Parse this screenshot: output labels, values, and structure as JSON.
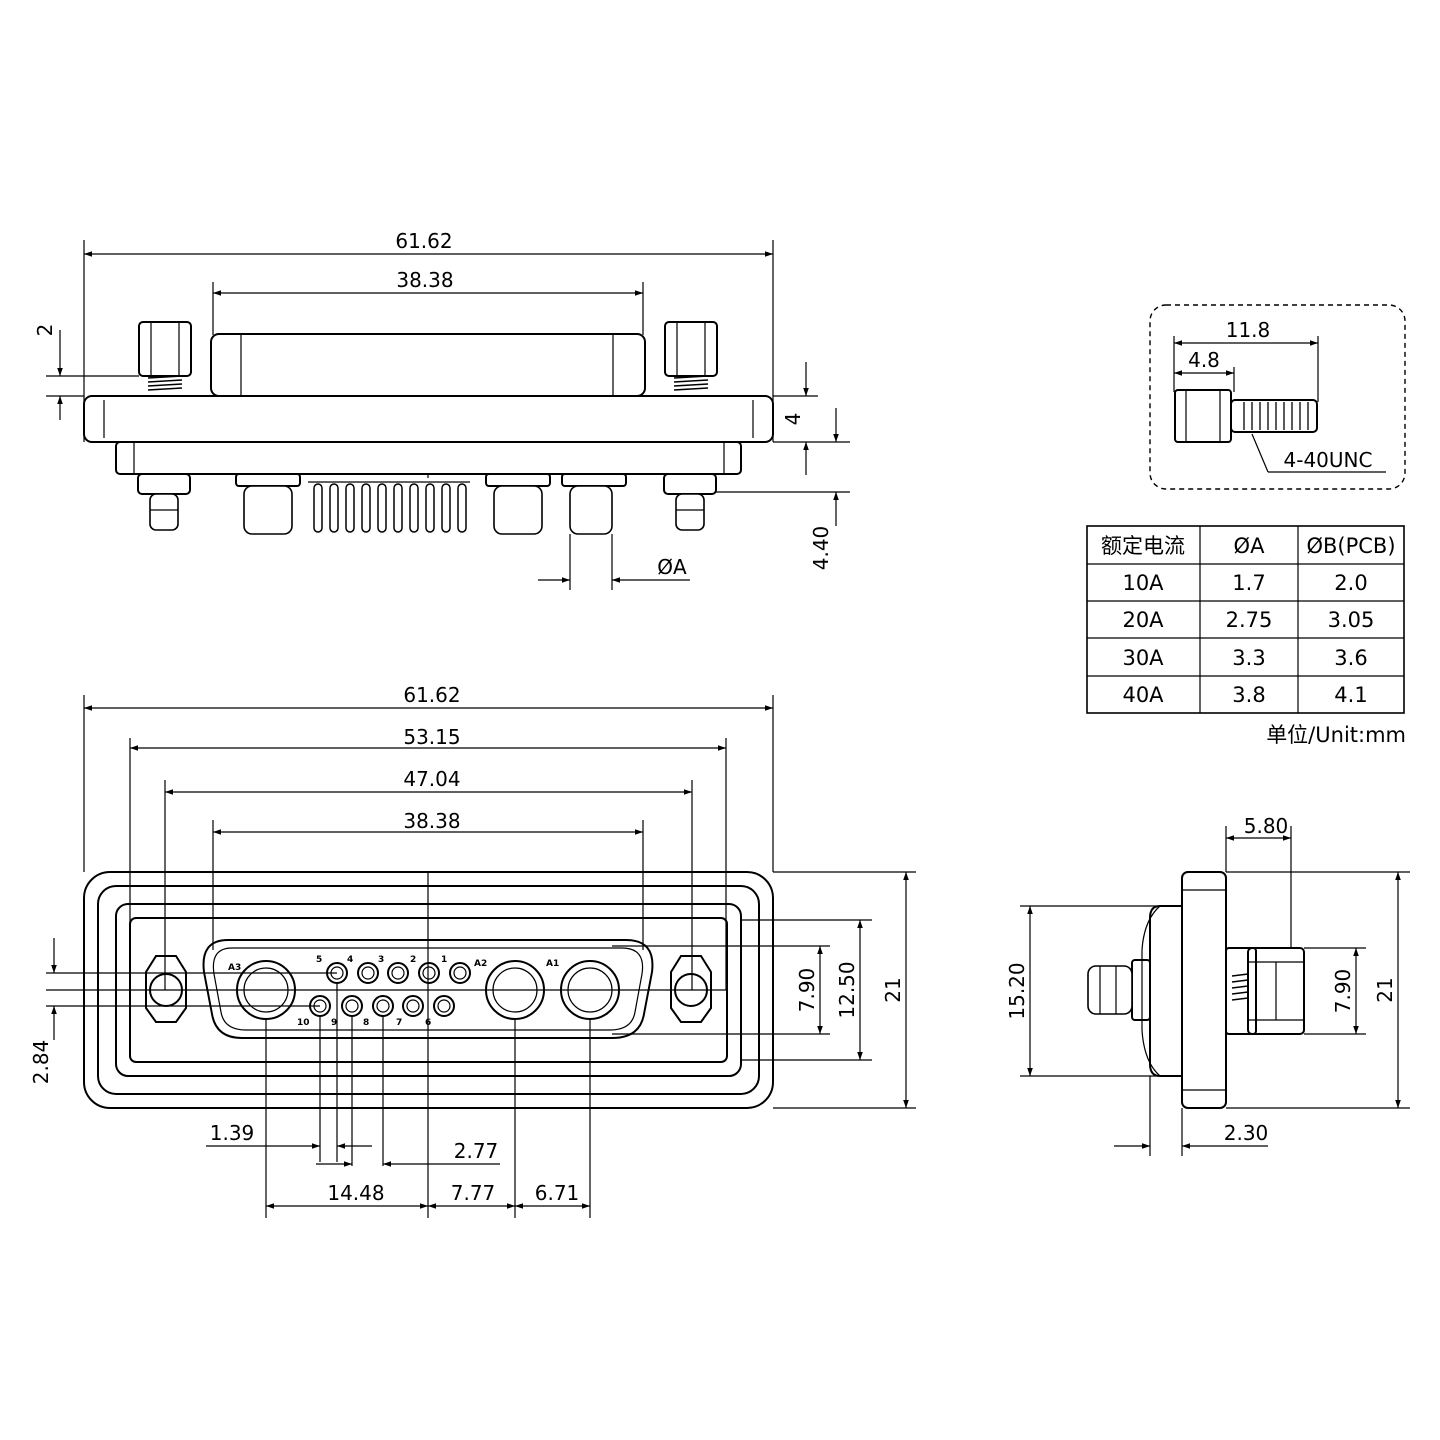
{
  "top_view": {
    "overall_width": "61.62",
    "shell_width": "38.38",
    "dim_2": "2",
    "dim_4": "4",
    "dim_440": "4.40",
    "phi_a": "ØA"
  },
  "front_view": {
    "overall_width": "61.62",
    "mount_spacing": "53.15",
    "inner_width": "47.04",
    "shell_width": "38.38",
    "pin_labels": [
      "A3",
      "5",
      "4",
      "3",
      "2",
      "1",
      "A2",
      "A1",
      "10",
      "9",
      "8",
      "7",
      "6"
    ],
    "dim_790": "7.90",
    "dim_1250": "12.50",
    "dim_21": "21",
    "dim_284": "2.84",
    "dim_139": "1.39",
    "dim_277": "2.77",
    "dim_1448": "14.48",
    "dim_777": "7.77",
    "dim_671": "6.71"
  },
  "screw_detail": {
    "length": "11.8",
    "head": "4.8",
    "thread": "4-40UNC"
  },
  "side_view": {
    "dim_580": "5.80",
    "dim_1520": "15.20",
    "dim_790": "7.90",
    "dim_21": "21",
    "dim_230": "2.30"
  },
  "current_table": {
    "headers": [
      "额定电流",
      "ØA",
      "ØB(PCB)"
    ],
    "rows": [
      [
        "10A",
        "1.7",
        "2.0"
      ],
      [
        "20A",
        "2.75",
        "3.05"
      ],
      [
        "30A",
        "3.3",
        "3.6"
      ],
      [
        "40A",
        "3.8",
        "4.1"
      ]
    ]
  },
  "unit_note": "单位/Unit:mm"
}
